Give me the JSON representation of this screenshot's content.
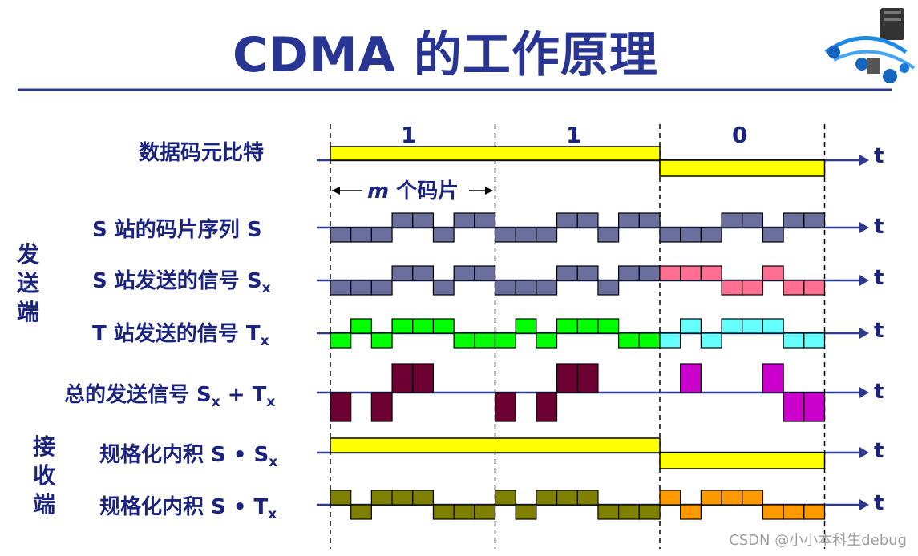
{
  "title": "CDMA 的工作原理",
  "bits": [
    "1",
    "1",
    "0"
  ],
  "m_label": "m",
  "m_suffix": "个码片",
  "t_label": "t",
  "rows": [
    {
      "name": "数据码元比特",
      "sub": "",
      "rest": ""
    },
    {
      "name": "S 站的码片序列 S",
      "sub": "",
      "rest": ""
    },
    {
      "name": "S 站发送的信号 S",
      "sub": "x",
      "rest": ""
    },
    {
      "name": "T 站发送的信号 T",
      "sub": "x",
      "rest": ""
    },
    {
      "name": "总的发送信号 S",
      "sub": "x",
      "rest": " + T",
      "sub2": "x"
    },
    {
      "name": "规格化内积 S • S",
      "sub": "x",
      "rest": ""
    },
    {
      "name": "规格化内积 S • T",
      "sub": "x",
      "rest": ""
    }
  ],
  "side_send": [
    "发",
    "送",
    "端"
  ],
  "side_recv": [
    "接",
    "收",
    "端"
  ],
  "watermark": "CSDN @小小本科生debug",
  "colors": {
    "axis": "#2e3a8c",
    "data": "#ffff00",
    "chip": "#6b6f9e",
    "sx_pink": "#ff6f91",
    "tx_green": "#00ff00",
    "tx_cyan": "#66ffff",
    "sum_dark": "#6d0032",
    "sum_magenta": "#cc00cc",
    "olive": "#7f7f00",
    "orange": "#ff9900"
  }
}
